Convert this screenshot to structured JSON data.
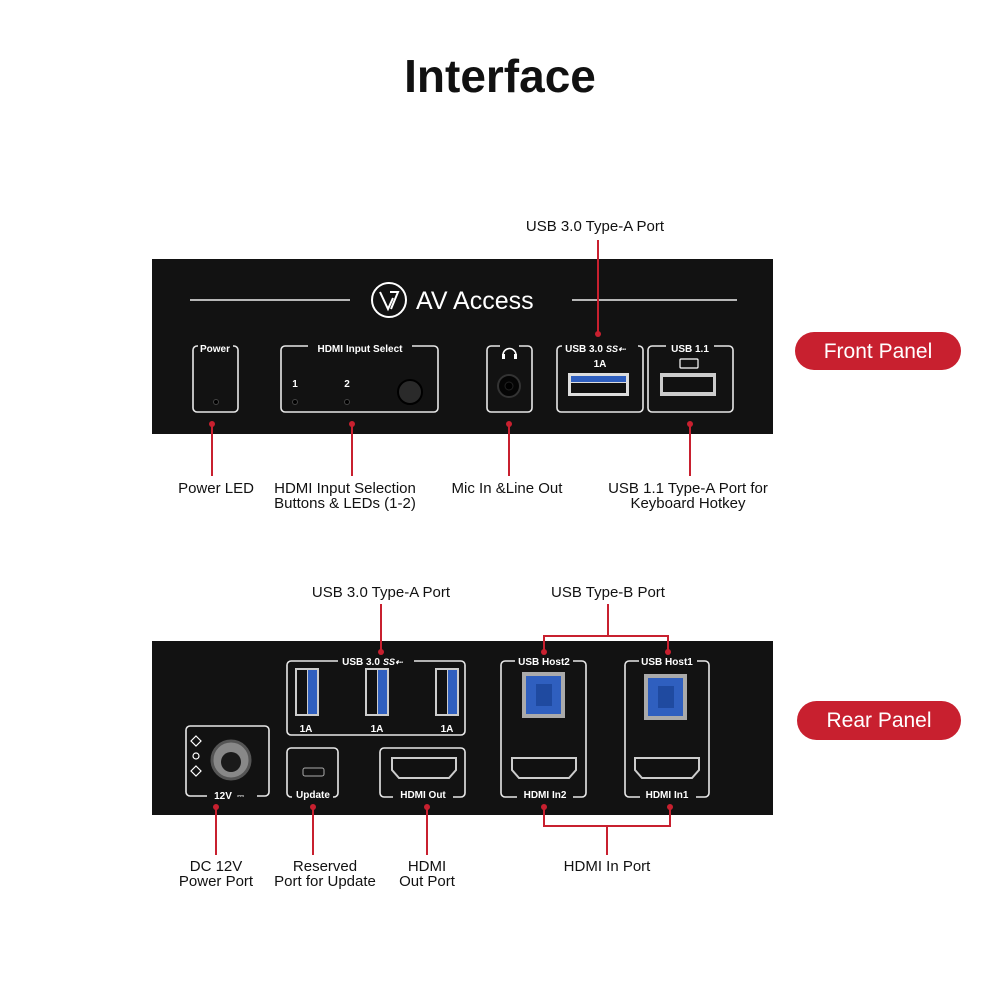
{
  "title": "Interface",
  "colors": {
    "accent": "#c8202f",
    "panel": "#121212"
  },
  "front_panel": {
    "badge": "Front Panel",
    "brand": "AV Access",
    "labels": {
      "power": "Power",
      "hdmi_input_select": "HDMI Input Select",
      "led1": "1",
      "led2": "2",
      "usb30": "USB 3.0",
      "usb30_current": "1A",
      "usb11": "USB 1.1"
    },
    "callouts": {
      "usb30_port": "USB 3.0 Type-A Port",
      "power_led": "Power LED",
      "hdmi_select_line1": "HDMI Input Selection",
      "hdmi_select_line2": "Buttons & LEDs (1-2)",
      "mic": "Mic In &Line Out",
      "usb11_line1": "USB 1.1 Type-A Port for",
      "usb11_line2": "Keyboard Hotkey"
    }
  },
  "rear_panel": {
    "badge": "Rear Panel",
    "labels": {
      "usb30": "USB 3.0",
      "current1": "1A",
      "current2": "1A",
      "current3": "1A",
      "power": "12V",
      "update": "Update",
      "hdmi_out": "HDMI Out",
      "usb_host2": "USB Host2",
      "usb_host1": "USB Host1",
      "hdmi_in2": "HDMI In2",
      "hdmi_in1": "HDMI In1"
    },
    "callouts": {
      "usb30_port": "USB 3.0 Type-A Port",
      "usb_b": "USB Type-B Port",
      "dc_line1": "DC 12V",
      "dc_line2": "Power Port",
      "update_line1": "Reserved",
      "update_line2": "Port for Update",
      "hdmi_out_line1": "HDMI",
      "hdmi_out_line2": "Out Port",
      "hdmi_in": "HDMI In Port"
    }
  }
}
